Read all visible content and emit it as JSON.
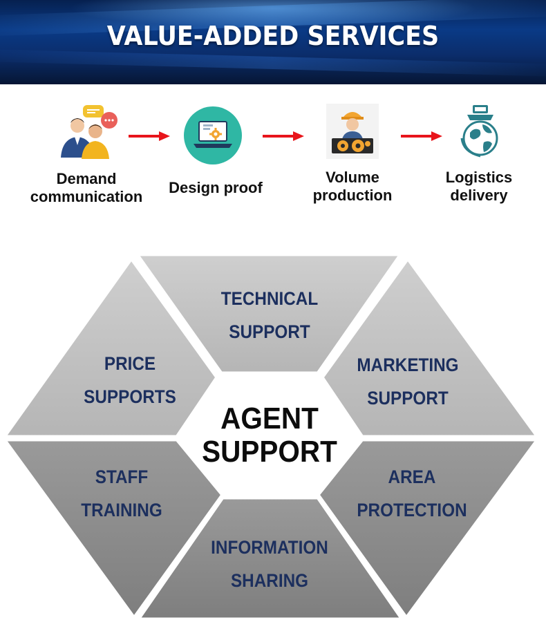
{
  "banner": {
    "title": "VALUE-ADDED SERVICES"
  },
  "process": {
    "steps": [
      {
        "label": "Demand\ncommunication",
        "icon": "people-chat-icon"
      },
      {
        "label": "Design proof",
        "icon": "laptop-gear-icon"
      },
      {
        "label": "Volume\nproduction",
        "icon": "worker-gears-icon"
      },
      {
        "label": "Logistics\ndelivery",
        "icon": "globe-shipping-icon"
      }
    ],
    "arrow_color": "#e8151b"
  },
  "hexagon": {
    "center": "AGENT\nSUPPORT",
    "segments": {
      "top": "TECHNICAL\nSUPPORT",
      "top_right": "MARKETING\nSUPPORT",
      "bottom_right": "AREA\nPROTECTION",
      "bottom": "INFORMATION\nSHARING",
      "bottom_left": "STAFF\nTRAINING",
      "top_left": "PRICE\nSUPPORTS"
    },
    "colors": {
      "light": "#c2c2c2",
      "dark": "#8a8a8a",
      "label": "#1c2f5e"
    }
  }
}
